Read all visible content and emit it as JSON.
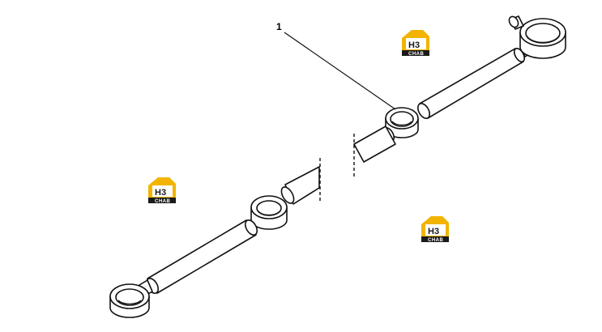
{
  "diagram": {
    "callouts": [
      {
        "label": "1"
      }
    ]
  },
  "watermarks": [
    {
      "top": "H3",
      "bottom": "CHAB"
    },
    {
      "top": "H3",
      "bottom": "CHAB"
    },
    {
      "top": "H3",
      "bottom": "CHAB"
    }
  ],
  "colors": {
    "logo_yellow": "#f2b400",
    "logo_dark": "#1a1a1a",
    "line": "#111111"
  }
}
